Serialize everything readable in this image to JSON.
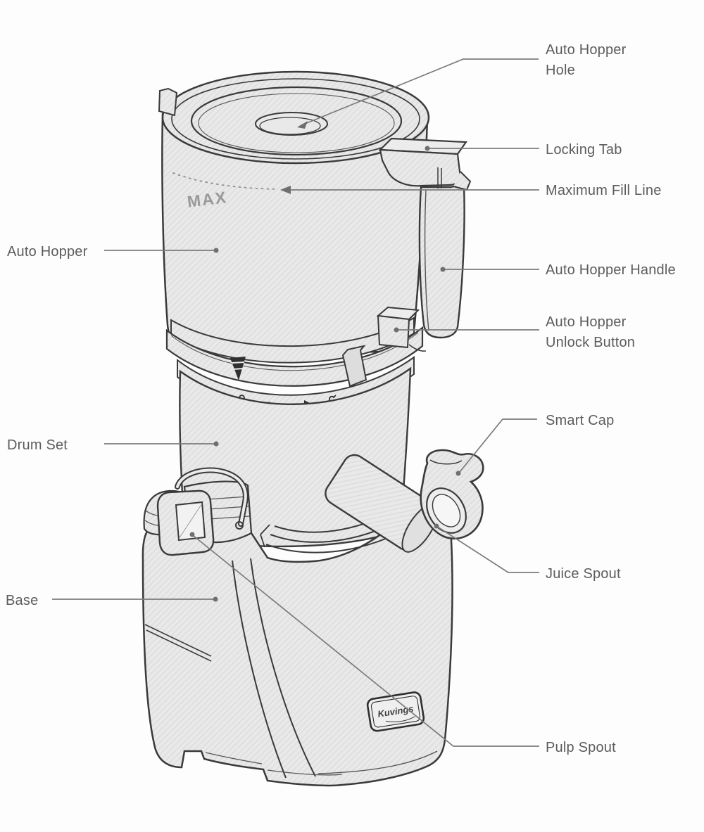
{
  "figure": {
    "type": "labeled-parts-diagram",
    "subject": "Cold press juicer part names",
    "drawing_markings": {
      "max_line": "MAX",
      "logo_badge": "Kuvings"
    },
    "labels": {
      "auto_hopper_hole": {
        "line1": "Auto Hopper",
        "line2": "Hole"
      },
      "locking_tab": {
        "line1": "Locking Tab"
      },
      "maximum_fill_line": {
        "line1": "Maximum Fill Line"
      },
      "auto_hopper_handle": {
        "line1": "Auto Hopper Handle"
      },
      "auto_hopper_unlock_button": {
        "line1": "Auto Hopper",
        "line2": "Unlock Button"
      },
      "smart_cap": {
        "line1": "Smart Cap"
      },
      "juice_spout": {
        "line1": "Juice Spout"
      },
      "pulp_spout": {
        "line1": "Pulp Spout"
      },
      "auto_hopper": {
        "line1": "Auto Hopper"
      },
      "drum_set": {
        "line1": "Drum Set"
      },
      "base": {
        "line1": "Base"
      }
    },
    "colors": {
      "background": "#fdfdfd",
      "outline": "#3a3a3a",
      "part_fill": "#e9e9e9",
      "hatch_line": "#dcdcdc",
      "leader_line": "#7b7b7b",
      "label_text": "#5c5c5c",
      "max_text": "#9a9a9a"
    }
  }
}
